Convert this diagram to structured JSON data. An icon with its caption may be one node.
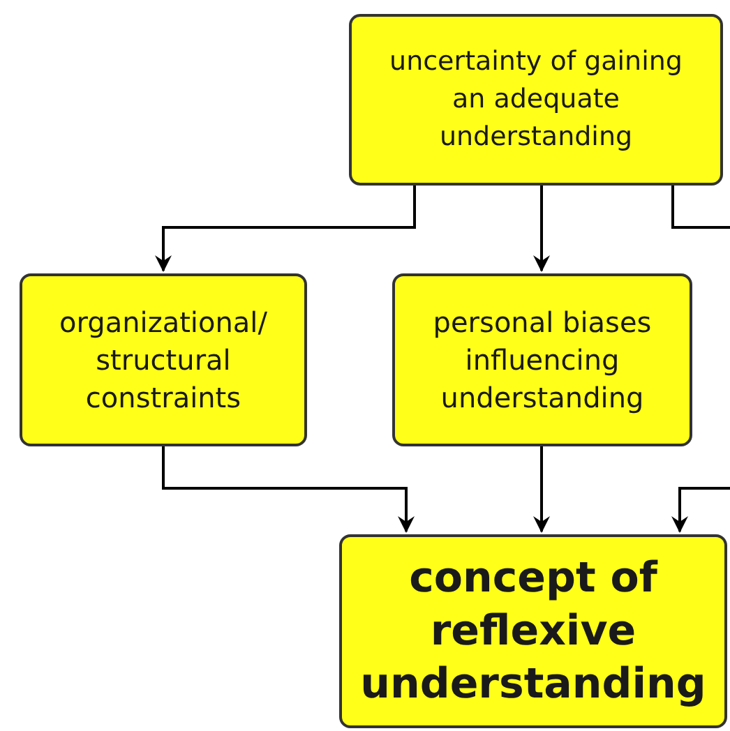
{
  "diagram": {
    "nodes": [
      {
        "text": [
          "uncertainty of gaining an adequate understanding"
        ]
      },
      {
        "text": [
          "organizational/ structural constraints"
        ]
      },
      {
        "text": [
          "personal biases influencing understanding"
        ]
      },
      {
        "text": [
          "concept of reflexive understanding"
        ]
      }
    ],
    "edges": [
      {
        "from": 0,
        "to": 1,
        "arrow": "to"
      },
      {
        "from": 0,
        "to": 2,
        "arrow": "to"
      },
      {
        "from": 0,
        "to": null,
        "arrow": "none"
      },
      {
        "from": 1,
        "to": 3,
        "arrow": "to"
      },
      {
        "from": 2,
        "to": 3,
        "arrow": "to"
      },
      {
        "from": null,
        "to": 3,
        "arrow": "to"
      }
    ]
  }
}
